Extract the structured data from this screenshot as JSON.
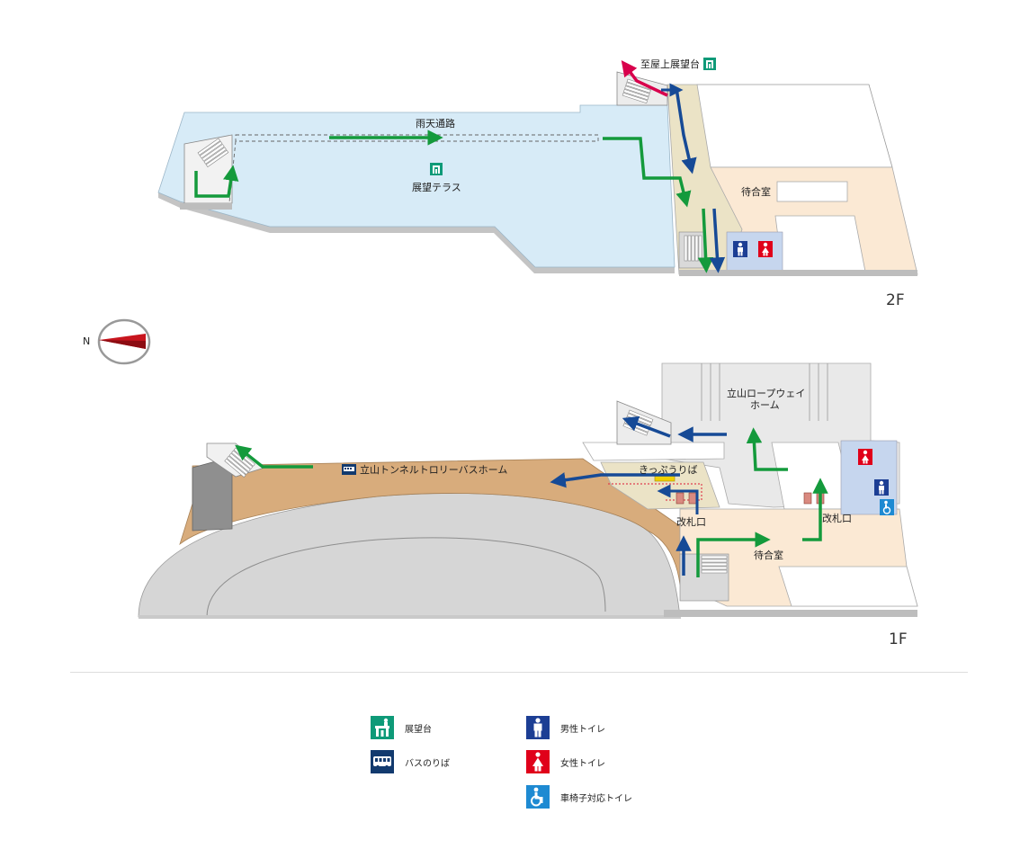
{
  "colors": {
    "terrace": "#d7ebf7",
    "concourse": "#fbe9d4",
    "corridor": "#ebe3c6",
    "platform": "#e9e9e9",
    "bus_area": "#d8ac7c",
    "track": "#d6d6d6",
    "toilet_area": "#c6d6ee",
    "route_green": "#149a3c",
    "route_blue": "#164a96",
    "route_red": "#d8004c",
    "icon_green": "#0e9a78",
    "icon_navy": "#123a6e",
    "icon_blue": "#1c3e94",
    "icon_red": "#e0001a",
    "icon_cyan": "#1e8ad2"
  },
  "floor2": {
    "label": "2F",
    "rooftop_label": "至屋上展望台",
    "corridor_label": "雨天通路",
    "terrace_label": "展望テラス",
    "waiting_label": "待合室"
  },
  "floor1": {
    "label": "1F",
    "ropeway_label_1": "立山ロープウェイ",
    "ropeway_label_2": "ホーム",
    "bus_home_label": "立山トンネルトロリーバスホーム",
    "ticket_label": "きっぷうりば",
    "gate_label_1": "改札口",
    "gate_label_2": "改札口",
    "waiting_label": "待合室"
  },
  "compass": {
    "label": "N"
  },
  "legend": [
    {
      "icon": "observation-deck-icon",
      "label": "展望台"
    },
    {
      "icon": "bus-icon",
      "label": "バスのりば"
    },
    {
      "icon": "mens-toilet-icon",
      "label": "男性トイレ"
    },
    {
      "icon": "womens-toilet-icon",
      "label": "女性トイレ"
    },
    {
      "icon": "wheelchair-toilet-icon",
      "label": "車椅子対応トイレ"
    }
  ]
}
